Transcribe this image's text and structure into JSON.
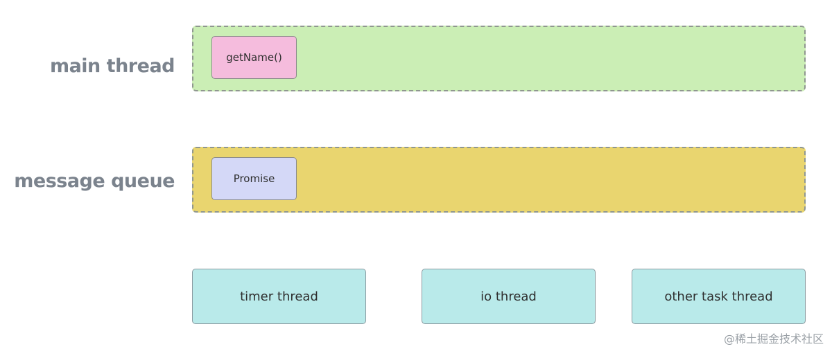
{
  "rows": {
    "main_thread": {
      "label": "main thread",
      "task": "getName()"
    },
    "message_queue": {
      "label": "message queue",
      "task": "Promise"
    }
  },
  "threads": [
    "timer thread",
    "io thread",
    "other task thread"
  ],
  "colors": {
    "main_lane": "#cbeeb5",
    "queue_lane": "#e9d56f",
    "task_main": "#f5bcdd",
    "task_queue": "#d4d8f7",
    "thread_box": "#b9eaea",
    "label_text": "#7b838d"
  },
  "watermark": "@稀土掘金技术社区"
}
